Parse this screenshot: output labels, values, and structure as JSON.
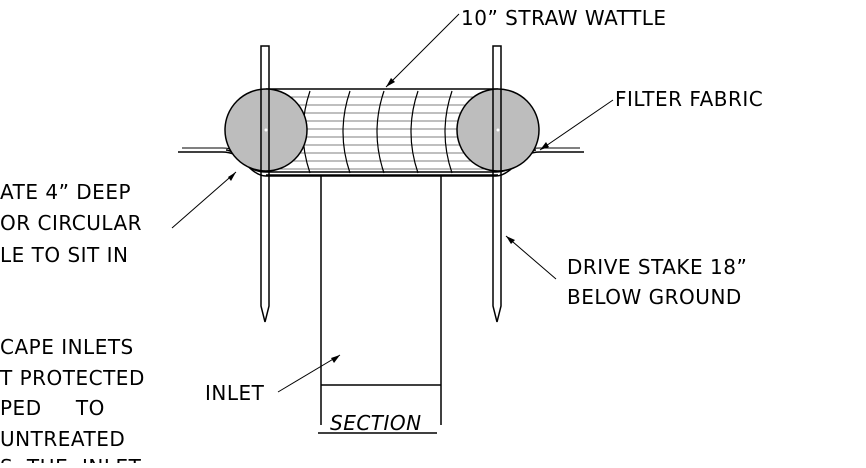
{
  "labels": {
    "straw_wattle": "10” STRAW WATTLE",
    "filter_fabric": "FILTER FABRIC",
    "excavate_line1": "ATE 4” DEEP",
    "excavate_line2": "OR CIRCULAR",
    "excavate_line3": "LE TO SIT IN",
    "drive_stake_line1": "DRIVE STAKE 18”",
    "drive_stake_line2": "BELOW GROUND",
    "landscape_line1": "CAPE INLETS",
    "landscape_line2": "T PROTECTED",
    "landscape_line3": "PED     TO",
    "landscape_line4": "UNTREATED",
    "landscape_line5": "S  THE  INLET",
    "inlet": "INLET",
    "section": "SECTION"
  },
  "colors": {
    "line": "#000000",
    "wattle_end_fill": "#bdbdbd",
    "background": "#ffffff"
  }
}
